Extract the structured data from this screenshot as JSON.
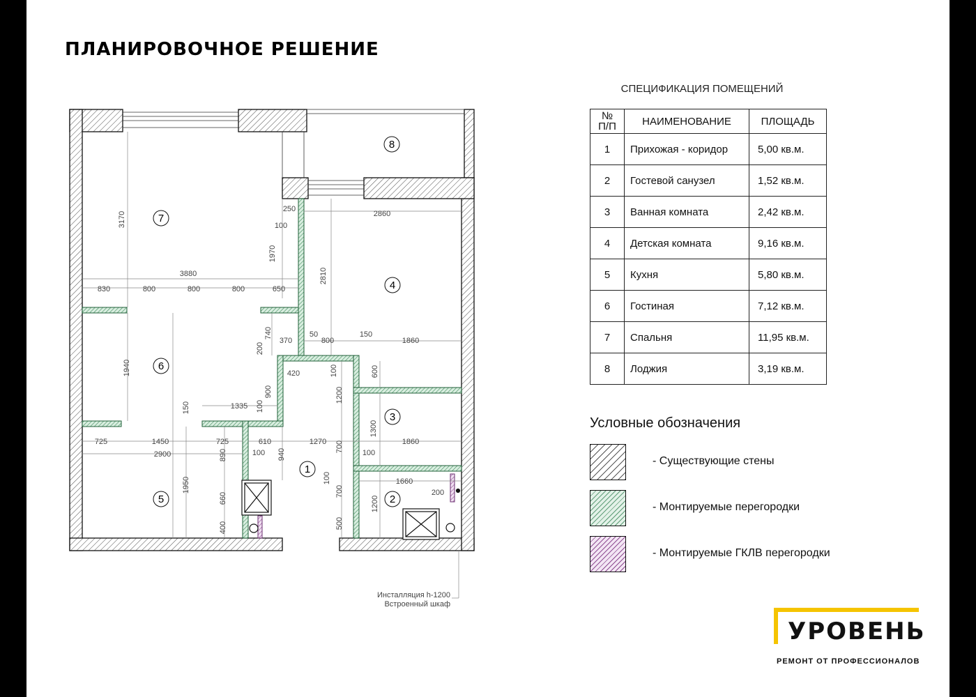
{
  "page": {
    "title": "ПЛАНИРОВОЧНОЕ РЕШЕНИЕ"
  },
  "plan": {
    "rooms": [
      "1",
      "2",
      "3",
      "4",
      "5",
      "6",
      "7",
      "8"
    ],
    "dimensions": {
      "d3170": "3170",
      "d250": "250",
      "d100a": "100",
      "d1970": "1970",
      "d2860": "2860",
      "d2810": "2810",
      "d3880": "3880",
      "d830": "830",
      "d800a": "800",
      "d800b": "800",
      "d800c": "800",
      "d650": "650",
      "d740": "740",
      "d200a": "200",
      "d370": "370",
      "d50": "50",
      "d800d": "800",
      "d150a": "150",
      "d1860a": "1860",
      "d420": "420",
      "d100b": "100",
      "d600": "600",
      "d1940": "1940",
      "d900": "900",
      "d1200a": "1200",
      "d150b": "150",
      "d1335": "1335",
      "d100c": "100",
      "d1300": "1300",
      "d725a": "725",
      "d1450": "1450",
      "d725b": "725",
      "d610": "610",
      "d1270": "1270",
      "d1860b": "1860",
      "d2900": "2900",
      "d890": "890",
      "d100d": "100",
      "d940": "940",
      "d700a": "700",
      "d100e": "100",
      "d1660": "1660",
      "d1950": "1950",
      "d100f": "100",
      "d200b": "200",
      "d660": "660",
      "d700b": "700",
      "d1200b": "1200",
      "d400": "400",
      "d500": "500"
    },
    "notes": {
      "installation": "Инсталляция h-1200",
      "wardrobe": "Встроенный шкаф"
    }
  },
  "spec": {
    "title": "СПЕЦИФИКАЦИЯ ПОМЕЩЕНИЙ",
    "headers": {
      "num_line1": "№",
      "num_line2": "П/П",
      "name": "НАИМЕНОВАНИЕ",
      "area": "ПЛОЩАДЬ"
    },
    "rows": [
      {
        "num": "1",
        "name": "Прихожая - коридор",
        "area": "5,00 кв.м."
      },
      {
        "num": "2",
        "name": "Гостевой санузел",
        "area": "1,52 кв.м."
      },
      {
        "num": "3",
        "name": "Ванная комната",
        "area": "2,42 кв.м."
      },
      {
        "num": "4",
        "name": "Детская комната",
        "area": "9,16 кв.м."
      },
      {
        "num": "5",
        "name": "Кухня",
        "area": "5,80 кв.м."
      },
      {
        "num": "6",
        "name": "Гостиная",
        "area": "7,12 кв.м."
      },
      {
        "num": "7",
        "name": "Спальня",
        "area": "11,95 кв.м."
      },
      {
        "num": "8",
        "name": "Лоджия",
        "area": "3,19 кв.м."
      }
    ]
  },
  "legend": {
    "title": "Условные обозначения",
    "items": [
      {
        "label": "- Существующие стены"
      },
      {
        "label": "- Монтируемые перегородки"
      },
      {
        "label": "- Монтируемые ГКЛВ перегородки"
      }
    ]
  },
  "brand": {
    "name": "УРОВЕНЬ",
    "tagline": "РЕМОНТ ОТ ПРОФЕССИОНАЛОВ",
    "accent_color": "#f5c400"
  },
  "colors": {
    "existing_wall": "#555555",
    "partition": "#3f8a5c",
    "gklv_partition": "#8e4d92"
  }
}
